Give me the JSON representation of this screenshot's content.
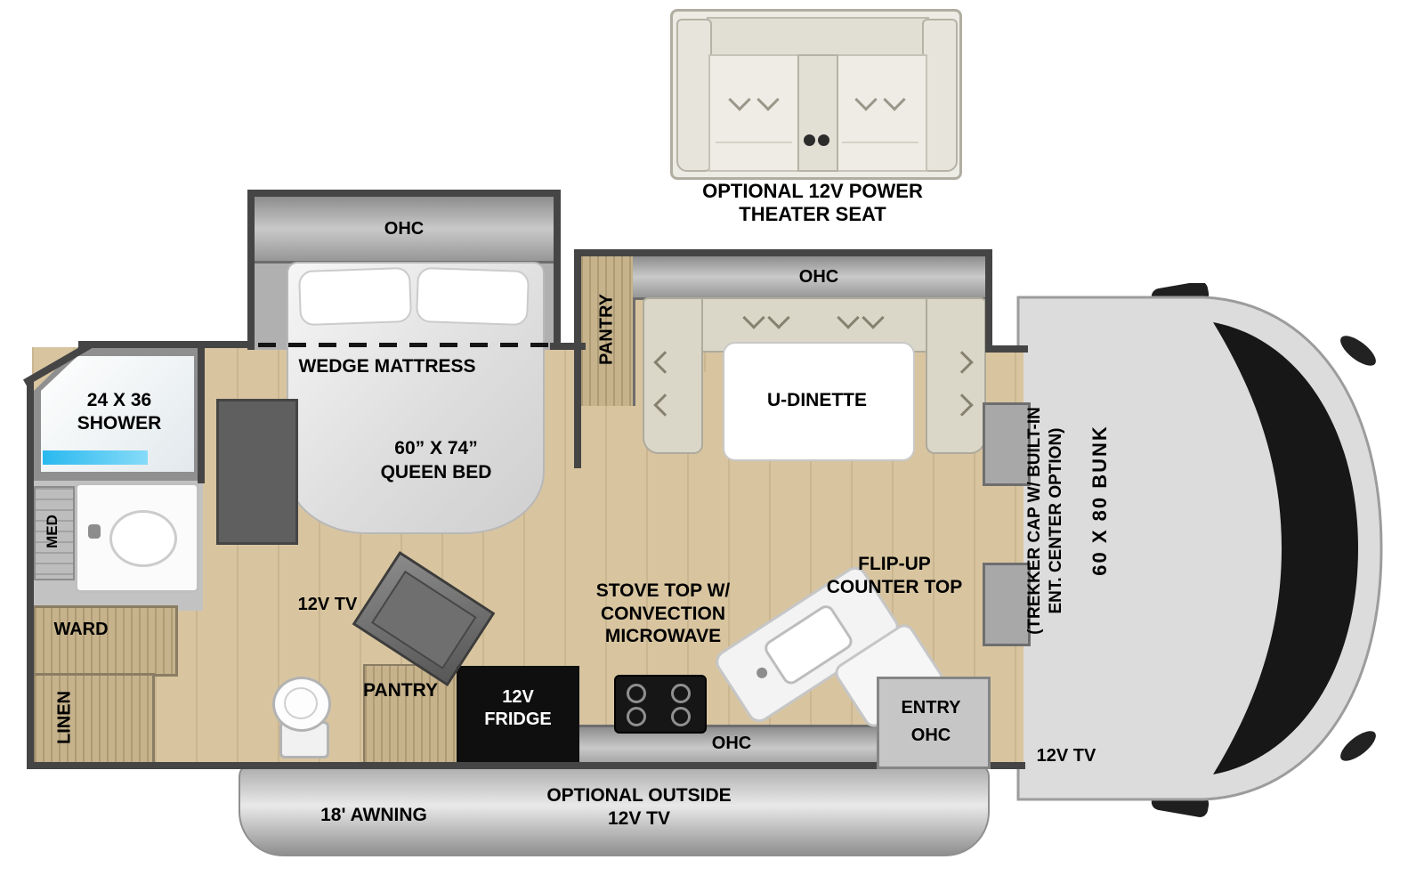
{
  "floorplan": {
    "options": {
      "theater_seat": {
        "line1": "OPTIONAL 12V POWER",
        "line2": "THEATER SEAT"
      }
    },
    "bedroom": {
      "ohc": "OHC",
      "wedge_mattress": "WEDGE MATTRESS",
      "bed_size": "60” X 74”",
      "bed_type": "QUEEN BED",
      "tv": "12V TV"
    },
    "dinette": {
      "pantry": "PANTRY",
      "ohc": "OHC",
      "label": "U-DINETTE"
    },
    "kitchen": {
      "stove_line1": "STOVE TOP W/",
      "stove_line2": "CONVECTION",
      "stove_line3": "MICROWAVE",
      "ohc": "OHC",
      "fridge_line1": "12V",
      "fridge_line2": "FRIDGE",
      "pantry": "PANTRY",
      "flip_up_line1": "FLIP-UP",
      "flip_up_line2": "COUNTER TOP",
      "entry": "ENTRY",
      "entry_ohc": "OHC"
    },
    "bathroom": {
      "shower_size": "24 X 36",
      "shower": "SHOWER",
      "med": "MED",
      "ward": "WARD",
      "linen": "LINEN"
    },
    "front_cap": {
      "bunk": "60 X 80 BUNK",
      "trekker_line1": "(TREKKER CAP W/ BUILT-IN",
      "trekker_line2": "ENT. CENTER OPTION)",
      "tv": "12V TV"
    },
    "exterior": {
      "awning": "18' AWNING",
      "outside_tv_line1": "OPTIONAL OUTSIDE",
      "outside_tv_line2": "12V TV"
    }
  },
  "colors": {
    "floor_wood": "#d8c5a0",
    "wall": "#454545",
    "cabinet_gray": "#9e9e9e",
    "seat_beige": "#dbd7c8",
    "shower_accent_blue": "#29b9ef",
    "appliance_black": "#141414",
    "body_gray": "#dcdcdc"
  }
}
